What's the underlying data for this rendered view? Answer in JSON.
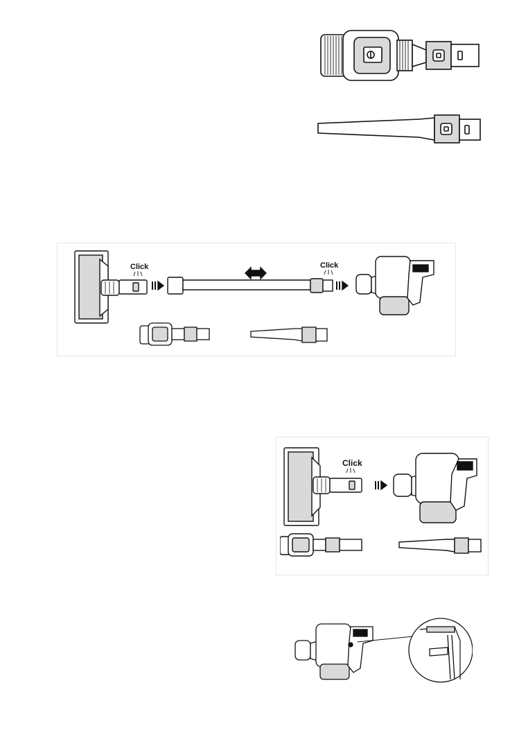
{
  "page": {
    "background": "#ffffff",
    "line_color": "#111111",
    "shade_color": "#d9d9d9"
  },
  "assembly_full": {
    "click_left": "Click",
    "click_right": "Click",
    "arrow": "double-arrow-icon"
  },
  "assembly_short": {
    "click": "Click"
  }
}
